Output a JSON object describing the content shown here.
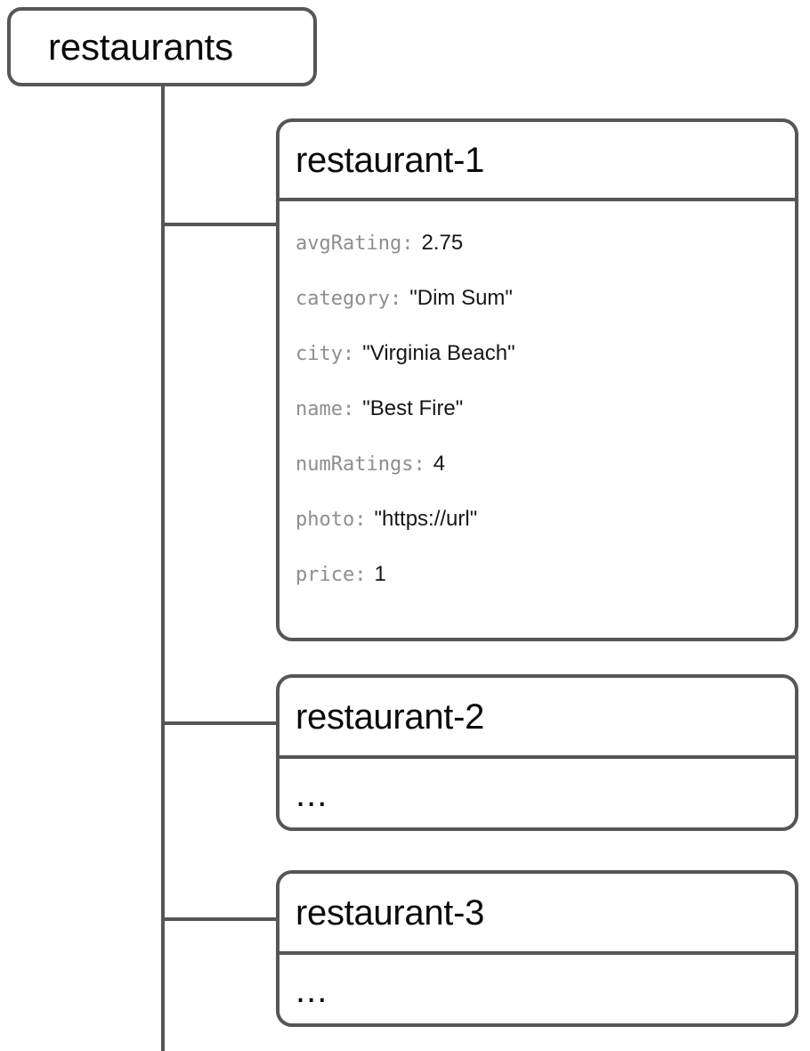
{
  "diagram": {
    "type": "firestore-collection-tree",
    "colors": {
      "border": "#565656",
      "connector": "#565656",
      "key_text": "#8e8e8e",
      "value_text": "#161616",
      "title_text": "#0a0a0a",
      "background": "#ffffff"
    }
  },
  "root": {
    "label": "restaurants"
  },
  "documents": [
    {
      "title": "restaurant-1",
      "fields": [
        {
          "key": "avgRating",
          "sep": ":",
          "value": "2.75"
        },
        {
          "key": "category",
          "sep": ":",
          "value": "\"Dim Sum\""
        },
        {
          "key": "city",
          "sep": ":",
          "value": "\"Virginia Beach\""
        },
        {
          "key": "name",
          "sep": ":",
          "value": "\"Best Fire\""
        },
        {
          "key": "numRatings",
          "sep": ":",
          "value": "4"
        },
        {
          "key": "photo",
          "sep": ":",
          "value": "\"https://url\""
        },
        {
          "key": "price",
          "sep": ":",
          "value": "1"
        }
      ],
      "ellipsis": ""
    },
    {
      "title": "restaurant-2",
      "fields": [],
      "ellipsis": "..."
    },
    {
      "title": "restaurant-3",
      "fields": [],
      "ellipsis": "..."
    }
  ]
}
